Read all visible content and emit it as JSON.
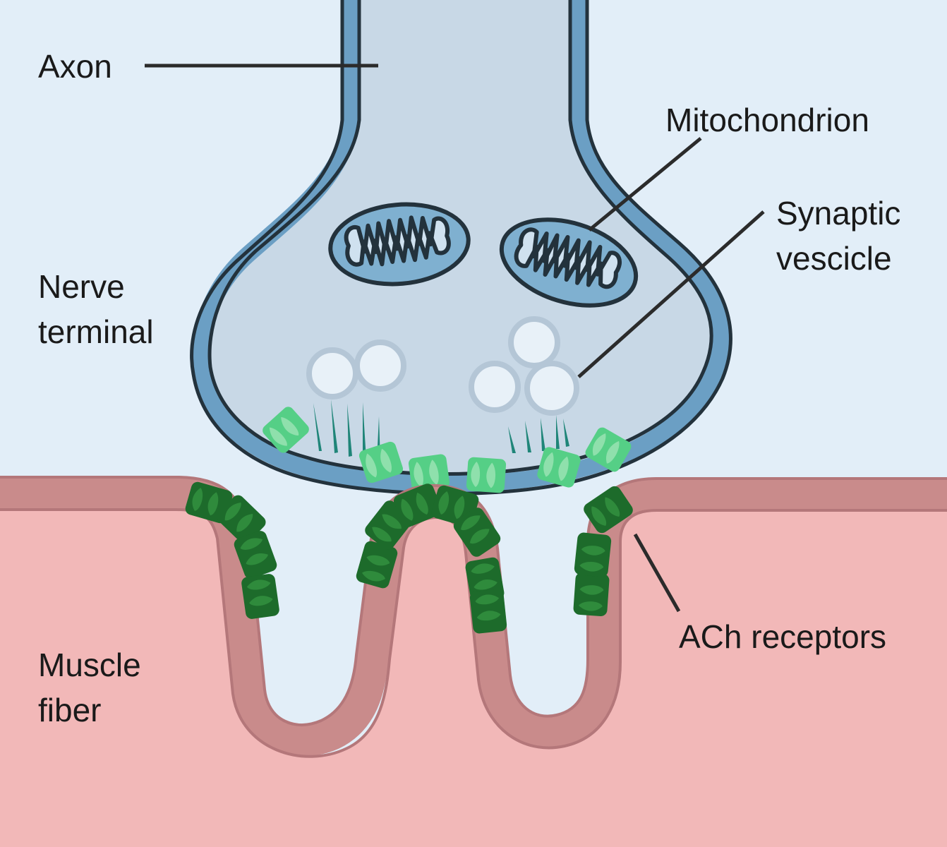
{
  "figure": {
    "title": "Neuromuscular junction diagram",
    "background_color": "#e2eef8"
  },
  "palette": {
    "background": "#e2eef8",
    "axon_cytoplasm": "#c8d8e6",
    "axon_membrane": "#6b9fc4",
    "outline_dark": "#23323c",
    "mitochondrion_fill": "#7fb0d0",
    "mitochondrion_cristae": "#cfe1ef",
    "vesicle_fill": "#e8f1f8",
    "vesicle_ring": "#b4c6d6",
    "release_channel_green": "#55cf86",
    "release_channel_lobe": "#8fe0ac",
    "spike_teal": "#1f8578",
    "muscle_interior": "#f2b8b8",
    "muscle_membrane": "#c98b8b",
    "muscle_membrane_edge": "#b4777a",
    "ach_receptor_dark": "#1d6b2b",
    "ach_receptor_lobe": "#2f8b3c",
    "leader_line": "#2b2b2b",
    "label_text": "#1a1a1a"
  },
  "labels": {
    "axon": "Axon",
    "mitochondrion": "Mitochondrion",
    "synaptic_vesicle_line1": "Synaptic",
    "synaptic_vesicle_line2": "vescicle",
    "nerve_terminal_line1": "Nerve",
    "nerve_terminal_line2": "terminal",
    "muscle_fiber_line1": "Muscle",
    "muscle_fiber_line2": "fiber",
    "ach_receptors": "ACh receptors"
  },
  "structures": {
    "mitochondria_count": 2,
    "vesicle_count": 5,
    "spike_cluster_count": 2,
    "release_channel_count": 6,
    "junctional_fold_count": 2,
    "ach_receptor_count": 14
  }
}
